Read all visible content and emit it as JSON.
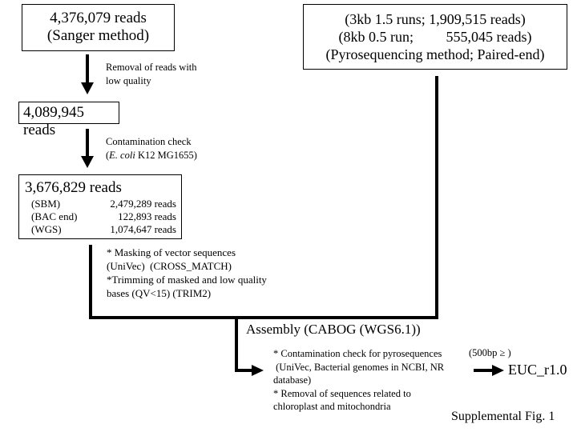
{
  "sanger": {
    "line1": "4,376,079 reads",
    "line2": "(Sanger method)"
  },
  "pyro": {
    "line1": "(3kb 1.5 runs; 1,909,515 reads)",
    "line2": "(8kb 0.5 run;         555,045 reads)",
    "line3": "(Pyrosequencing method; Paired-end)"
  },
  "step1": {
    "line1": "Removal of reads with",
    "line2": "low quality"
  },
  "after_quality": "4,089,945 reads",
  "step2": {
    "line1": "Contamination check",
    "line2_prefix": "(",
    "line2_italic": "E. coli",
    "line2_suffix": " K12 MG1655)"
  },
  "after_contam": {
    "total": "3,676,829 reads",
    "rows": [
      {
        "label": "(SBM)",
        "value": "2,479,289 reads"
      },
      {
        "label": "(BAC end)",
        "value": "122,893 reads"
      },
      {
        "label": "(WGS)",
        "value": "1,074,647 reads"
      }
    ]
  },
  "step3": {
    "line1": "* Masking of vector sequences",
    "line2": "(UniVec)  (CROSS_MATCH)",
    "line3": "*Trimming of masked and low quality",
    "line4": "bases (QV<15) (TRIM2)"
  },
  "assembly": "Assembly (CABOG (WGS6.1))",
  "step4": {
    "line1": "* Contamination check for pyrosequences",
    "line2": " (UniVec, Bacterial genomes in NCBI, NR",
    "line3": "database)",
    "line4": "* Removal of sequences related to",
    "line5": "chloroplast and mitochondria"
  },
  "length_filter": "(500bp ≥ )",
  "result": "EUC_r1.0",
  "caption": "Supplemental Fig. 1"
}
